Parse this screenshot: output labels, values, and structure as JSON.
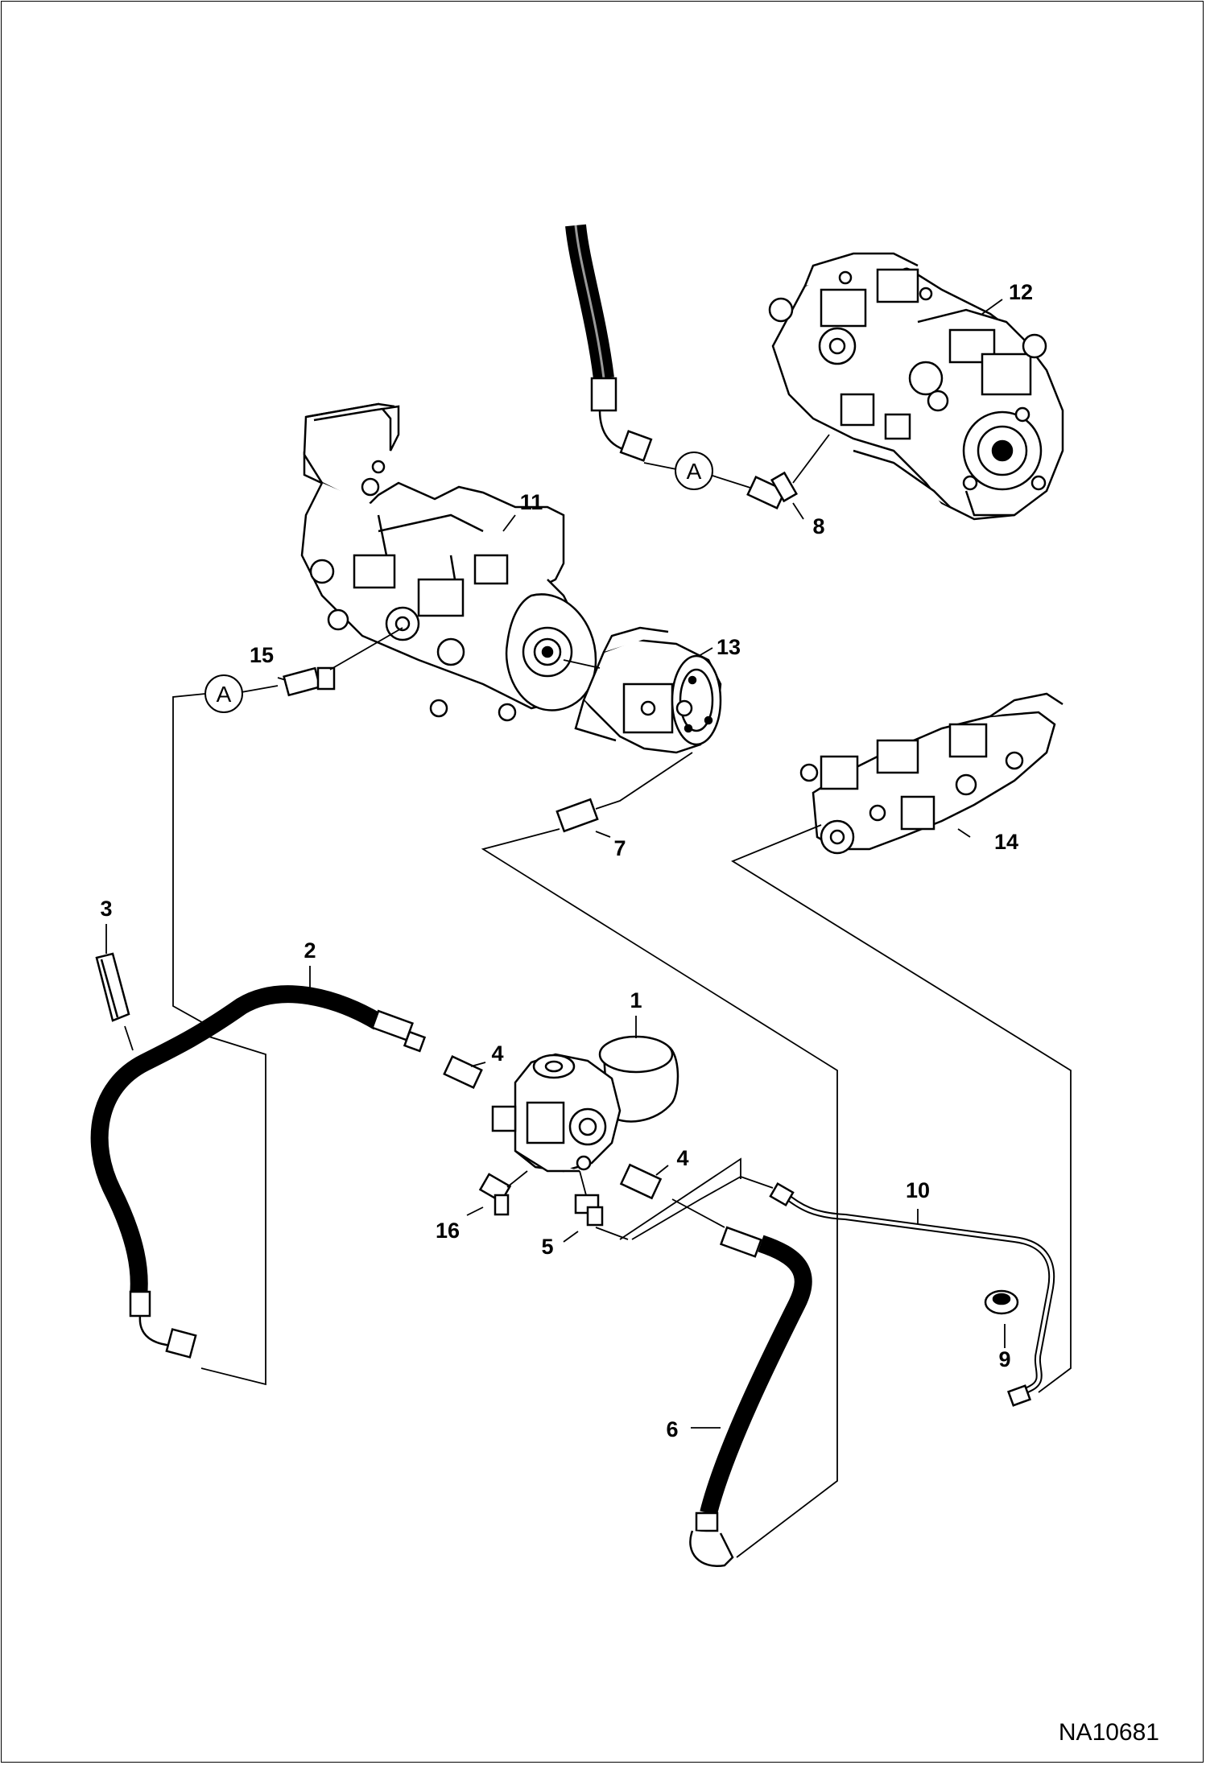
{
  "callouts": {
    "c1": "1",
    "c2": "2",
    "c3": "3",
    "c4a": "4",
    "c4b": "4",
    "c5": "5",
    "c6": "6",
    "c7": "7",
    "c8": "8",
    "c9": "9",
    "c10": "10",
    "c11": "11",
    "c12": "12",
    "c13": "13",
    "c14": "14",
    "c15": "15",
    "c16": "16"
  },
  "connector_tags": {
    "tag_top": "A",
    "tag_left": "A"
  },
  "reference_code": "NA10681"
}
